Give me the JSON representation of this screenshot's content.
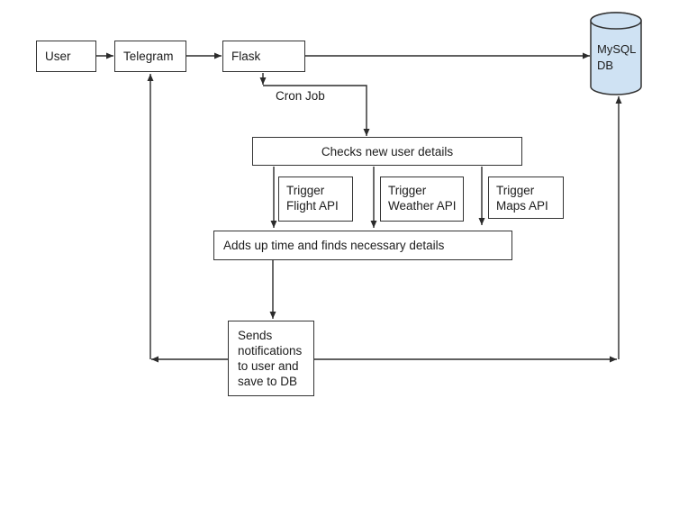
{
  "diagram": {
    "nodes": {
      "user": {
        "label": "User"
      },
      "telegram": {
        "label": "Telegram"
      },
      "flask": {
        "label": "Flask"
      },
      "mysql_db": {
        "label": "MySQL DB",
        "shape": "cylinder",
        "fill": "#cfe2f3"
      },
      "checks": {
        "label": "Checks new user details"
      },
      "trigger_flight": {
        "label": "Trigger Flight API"
      },
      "trigger_weather": {
        "label": "Trigger Weather API"
      },
      "trigger_maps": {
        "label": "Trigger Maps API"
      },
      "adds": {
        "label": "Adds up time and finds necessary details"
      },
      "sends": {
        "label": "Sends notifications to user and save to DB"
      }
    },
    "edge_labels": {
      "cron_job": "Cron Job"
    },
    "edges": [
      {
        "from": "user",
        "to": "telegram"
      },
      {
        "from": "telegram",
        "to": "flask"
      },
      {
        "from": "flask",
        "to": "mysql_db"
      },
      {
        "from": "flask",
        "to": "checks",
        "label": "Cron Job"
      },
      {
        "from": "checks",
        "to": "adds",
        "via": "trigger_flight"
      },
      {
        "from": "checks",
        "to": "adds",
        "via": "trigger_weather"
      },
      {
        "from": "checks",
        "to": "adds",
        "via": "trigger_maps"
      },
      {
        "from": "adds",
        "to": "sends"
      },
      {
        "from": "sends",
        "to": "telegram"
      },
      {
        "from": "sends",
        "to": "mysql_db"
      }
    ],
    "colors": {
      "background": "#ffffff",
      "stroke": "#2b2b2b",
      "box_fill": "#ffffff",
      "db_fill": "#cfe2f3"
    }
  }
}
